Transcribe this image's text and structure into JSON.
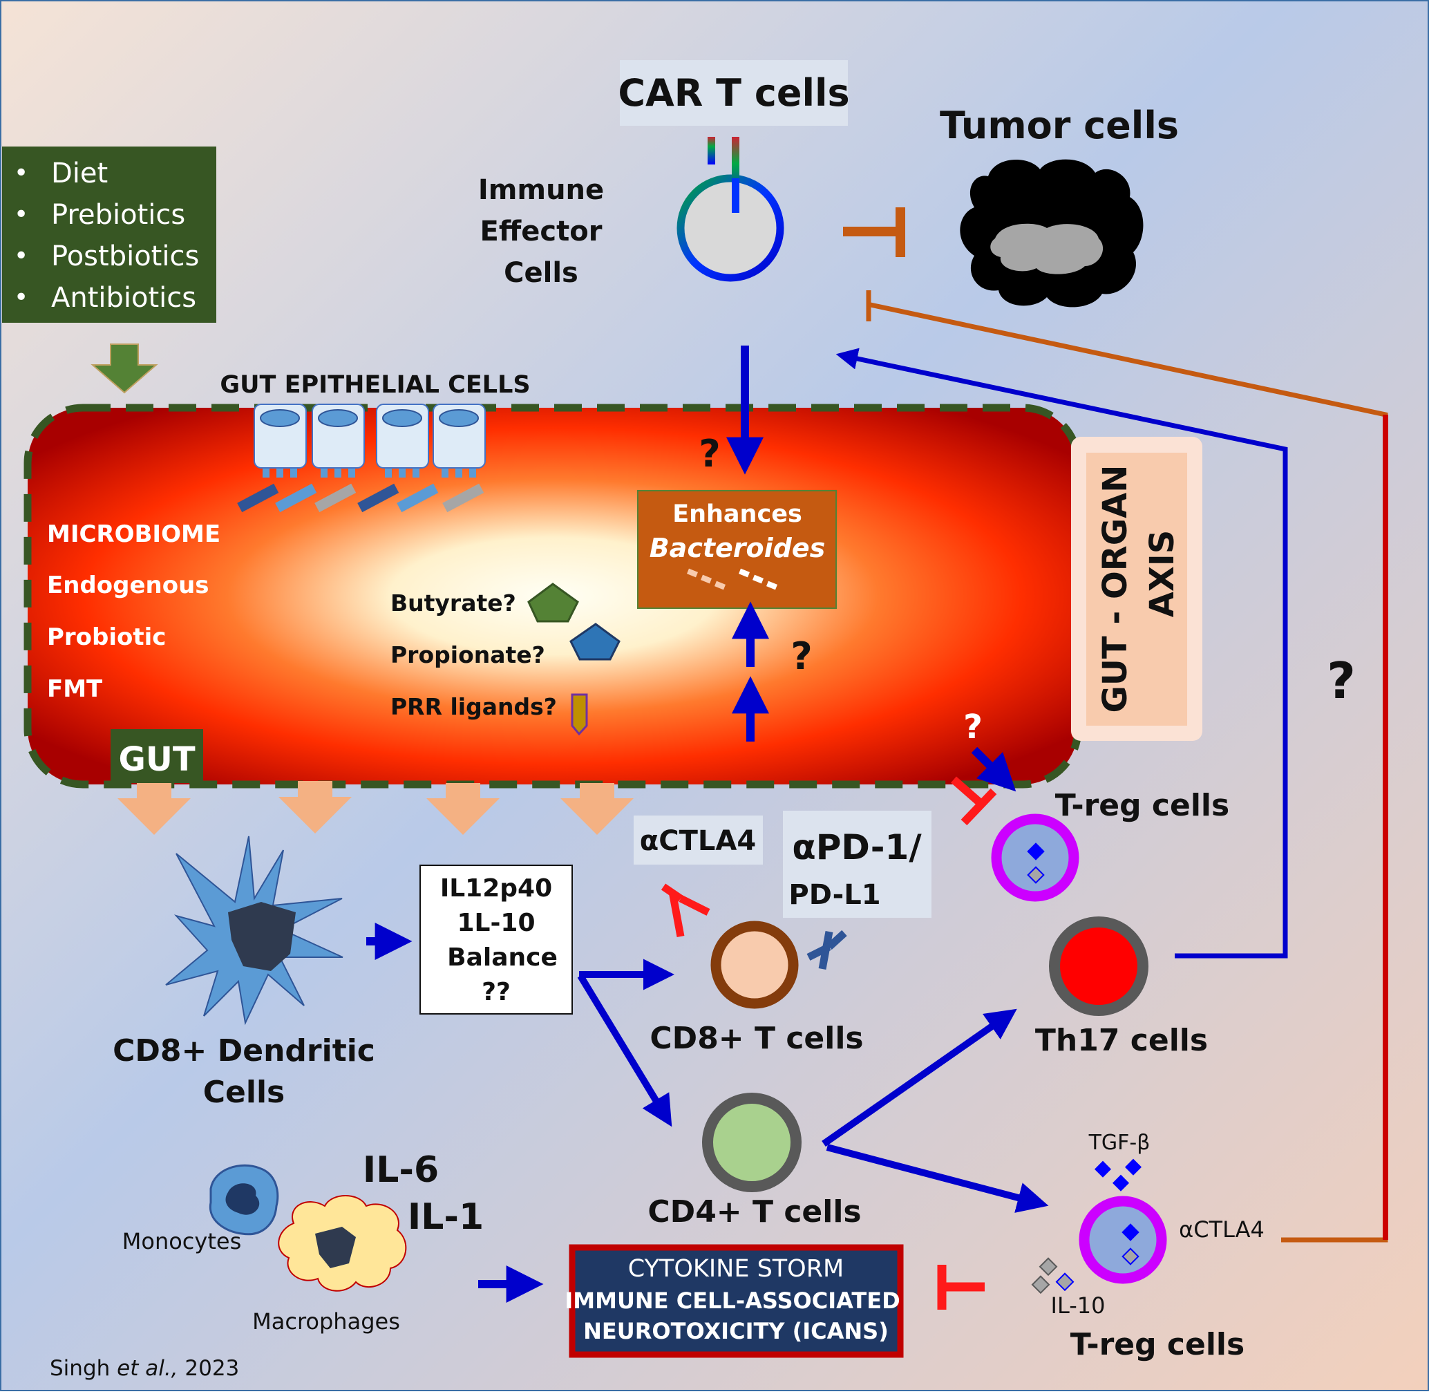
{
  "car_t": {
    "title": "CAR T cells",
    "effector": [
      "Immune",
      "Effector",
      "Cells"
    ]
  },
  "tumor": {
    "label": "Tumor cells"
  },
  "diet_box": {
    "items": [
      "Diet",
      "Prebiotics",
      "Postbiotics",
      "Antibiotics"
    ],
    "bullet": "•"
  },
  "gut": {
    "epithelial_label": "GUT EPITHELIAL CELLS",
    "microbiome": [
      "MICROBIOME",
      "Endogenous",
      "Probiotic",
      "FMT"
    ],
    "label": "GUT",
    "metabolites": [
      "Butyrate?",
      "Propionate?",
      "PRR ligands?"
    ],
    "enhances": "Enhances",
    "bacteroides": "Bacteroides",
    "axis": [
      "GUT - ORGAN",
      "AXIS"
    ]
  },
  "q": "?",
  "dendritic": [
    "CD8+ Dendritic",
    "Cells"
  ],
  "balance_box": [
    "IL12p40",
    "1L-10",
    "Balance",
    "??"
  ],
  "ctla4_label": "αCTLA4",
  "pd1_label": [
    "αPD-1/",
    "PD-L1"
  ],
  "cd8": "CD8+ T cells",
  "cd4": "CD4+ T cells",
  "th17": "Th17 cells",
  "treg_top": "T-reg cells",
  "treg_bottom": "T-reg cells",
  "tgf": "TGF-β",
  "il10": "IL-10",
  "actla4_right": "αCTLA4",
  "il": [
    "IL-6",
    "IL-1"
  ],
  "monocytes": "Monocytes",
  "macrophages": "Macrophages",
  "cytokine_box": [
    "CYTOKINE STORM",
    "IMMUNE CELL-ASSOCIATED",
    "NEUROTOXICITY (ICANS)"
  ],
  "citation": {
    "author": "Singh ",
    "etal": "et al.,",
    "year": " 2023"
  },
  "colors": {
    "dark_green": "#375623",
    "arrow_blue": "#0000CC",
    "orange": "#C55A11",
    "red": "#CC0000",
    "navy": "#1F3864"
  }
}
